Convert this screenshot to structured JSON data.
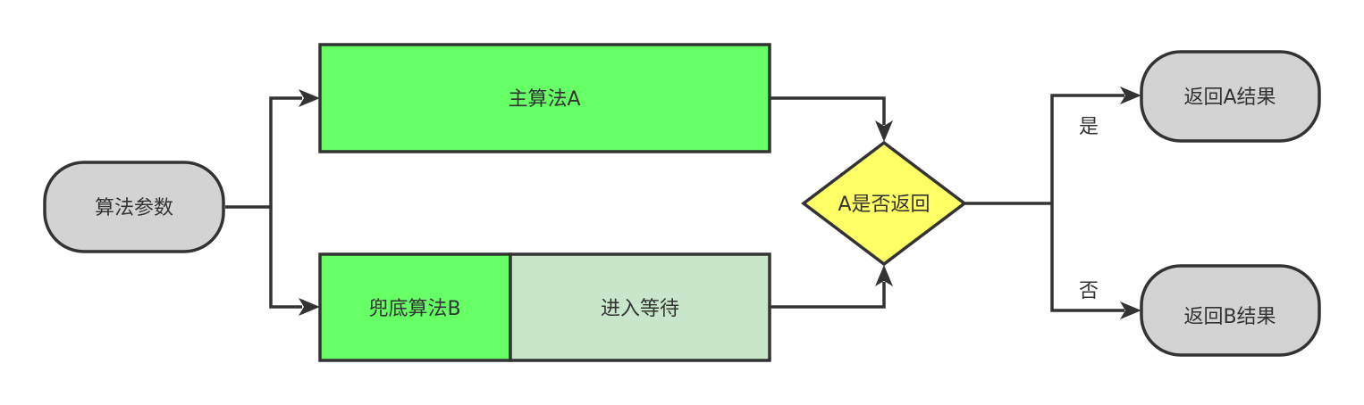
{
  "nodes": {
    "params": {
      "label": "算法参数"
    },
    "main_algo": {
      "label": "主算法A"
    },
    "fallback_algo": {
      "label": "兜底算法B"
    },
    "waiting": {
      "label": "进入等待"
    },
    "decision": {
      "label": "A是否返回"
    },
    "return_a": {
      "label": "返回A结果"
    },
    "return_b": {
      "label": "返回B结果"
    }
  },
  "edges": {
    "yes_label": "是",
    "no_label": "否"
  },
  "colors": {
    "terminal_fill": "#d3d3d3",
    "process_fill": "#66ff66",
    "waiting_fill": "#c8e6c9",
    "decision_fill": "#ffff66",
    "stroke": "#333333"
  }
}
